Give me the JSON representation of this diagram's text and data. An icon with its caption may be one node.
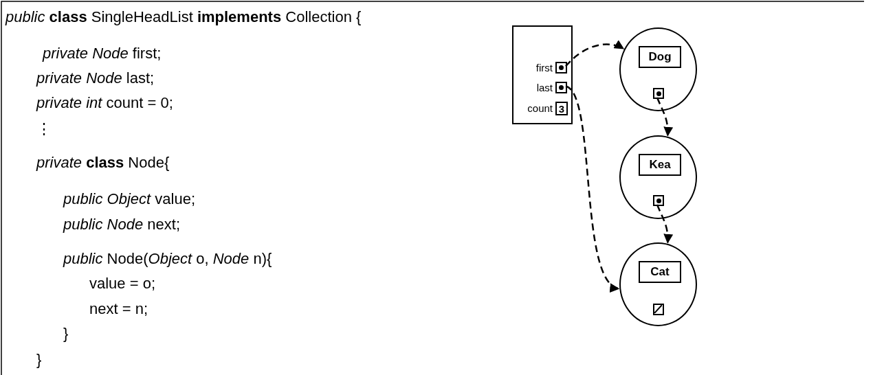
{
  "diagram": {
    "nodes": [
      {
        "text": [],
        "shape": "box"
      },
      {
        "text": [],
        "shape": "box",
        "beside": [
          "first"
        ],
        "in": 0
      },
      {
        "text": [],
        "shape": "box",
        "beside": [
          "last"
        ],
        "in": 0
      },
      {
        "text": [
          "3"
        ],
        "beside": [
          "count"
        ],
        "in": 0
      },
      {
        "text": [],
        "shape": "circle"
      },
      {
        "text": [
          "Dog"
        ],
        "in": 4
      },
      {
        "text": [],
        "shape": "box",
        "in": 4
      },
      {
        "text": [],
        "shape": "circle"
      },
      {
        "text": [
          "Kea"
        ],
        "in": 7
      },
      {
        "text": [],
        "shape": "box",
        "in": 7
      },
      {
        "text": [],
        "shape": "circle"
      },
      {
        "text": [
          "Cat"
        ],
        "in": 10
      },
      {
        "text": [],
        "shape": "box",
        "in": 10
      }
    ],
    "edges": [
      {
        "from": 1,
        "to": 4,
        "arrow": "to",
        "style": "dashed"
      },
      {
        "from": 2,
        "to": 10,
        "arrow": "to",
        "style": "dashed"
      },
      {
        "from": 6,
        "to": 7,
        "arrow": "to",
        "style": "dashed"
      },
      {
        "from": 9,
        "to": 10,
        "arrow": "to",
        "style": "dashed"
      }
    ],
    "labels": [
      "*public* **class** SingleHeadList **implements** Collection {",
      "*private Node* first;",
      "*private Node* last;",
      "*private int* count = 0;",
      "⋮",
      "*private* **class** Node{",
      "*public Object* value;",
      "*public Node* next;",
      "*public* Node(*Object* o, *Node* n){",
      "value = o;",
      "next = n;",
      "}",
      "}"
    ]
  }
}
